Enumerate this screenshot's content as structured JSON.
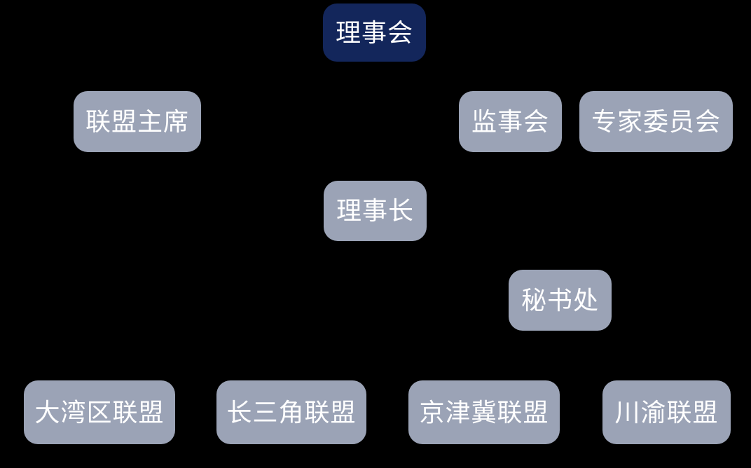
{
  "diagram": {
    "type": "org-chart",
    "background": "#000000",
    "colors": {
      "primary_bg": "#13265B",
      "secondary_bg": "#9BA3B6",
      "text": "#FFFFFF"
    },
    "nodes": [
      {
        "id": "council",
        "label": "理事会",
        "variant": "primary",
        "level": 1
      },
      {
        "id": "alliance-chairman",
        "label": "联盟主席",
        "variant": "secondary",
        "level": 2
      },
      {
        "id": "supervisory-board",
        "label": "监事会",
        "variant": "secondary",
        "level": 2
      },
      {
        "id": "expert-committee",
        "label": "专家委员会",
        "variant": "secondary",
        "level": 2
      },
      {
        "id": "president",
        "label": "理事长",
        "variant": "secondary",
        "level": 3
      },
      {
        "id": "secretariat",
        "label": "秘书处",
        "variant": "secondary",
        "level": 4
      },
      {
        "id": "bay-alliance",
        "label": "大湾区联盟",
        "variant": "secondary",
        "level": 5
      },
      {
        "id": "delta-alliance",
        "label": "长三角联盟",
        "variant": "secondary",
        "level": 5
      },
      {
        "id": "jjj-alliance",
        "label": "京津冀联盟",
        "variant": "secondary",
        "level": 5
      },
      {
        "id": "chuanyu-alliance",
        "label": "川渝联盟",
        "variant": "secondary",
        "level": 5
      }
    ]
  }
}
